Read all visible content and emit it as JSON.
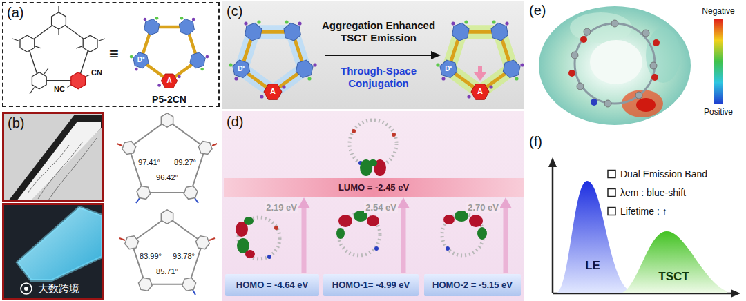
{
  "diagram": {
    "nodes": [
      {
        "text": [
          "(a)",
          "P5-2CN"
        ]
      },
      {
        "text": [
          "(b)"
        ]
      },
      {
        "text": [
          "(c)",
          "Aggregation Enhanced TSCT Emission",
          "Through-Space Conjugation"
        ]
      },
      {
        "text": [
          "(d)"
        ]
      },
      {
        "text": [
          "LUMO = -2.45 eV"
        ],
        "in": 3
      },
      {
        "text": [
          "HOMO = -4.64 eV"
        ],
        "in": 3
      },
      {
        "text": [
          "HOMO-1= -4.99 eV"
        ],
        "in": 3
      },
      {
        "text": [
          "HOMO-2 = -5.15 eV"
        ],
        "in": 3
      },
      {
        "text": [
          "LE"
        ]
      },
      {
        "text": [
          "TSCT"
        ]
      }
    ],
    "edges": [
      {
        "from": 5,
        "to": 4,
        "label": "2.19 eV",
        "arrow": "to"
      },
      {
        "from": 6,
        "to": 4,
        "label": "2.54 eV",
        "arrow": "to"
      },
      {
        "from": 7,
        "to": 4,
        "label": "2.70 eV",
        "arrow": "to"
      }
    ],
    "labels": [
      "≡",
      "CN",
      "NC",
      "D⁺",
      "A",
      "97.41°",
      "89.27°",
      "96.42°",
      "83.99°",
      "93.78°",
      "85.71°",
      "大数跨境",
      "D⁺",
      "A",
      "D⁺",
      "A",
      "(e)",
      "Negative",
      "Positive",
      "(f)",
      "Dual Emission Band",
      "λem : blue-shift",
      "Lifetime : ↑"
    ]
  }
}
